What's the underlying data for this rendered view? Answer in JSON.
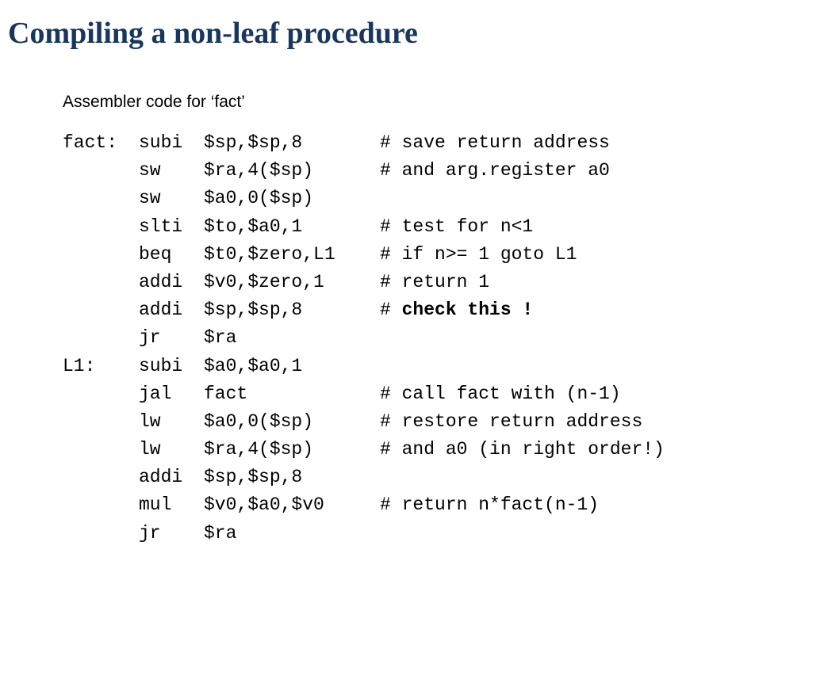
{
  "slide": {
    "title": "Compiling a non-leaf procedure",
    "subtitle": "Assembler code for ‘fact’"
  },
  "code": {
    "lines": [
      {
        "label": "fact:",
        "op": "subi",
        "args": "$sp,$sp,8",
        "comment": "# save return address",
        "comment_prefix": "",
        "comment_emph": ""
      },
      {
        "label": "",
        "op": "sw",
        "args": "$ra,4($sp)",
        "comment": "# and arg.register a0",
        "comment_prefix": "",
        "comment_emph": ""
      },
      {
        "label": "",
        "op": "sw",
        "args": "$a0,0($sp)",
        "comment": "",
        "comment_prefix": "",
        "comment_emph": ""
      },
      {
        "label": "",
        "op": "slti",
        "args": "$to,$a0,1",
        "comment": "# test for n<1",
        "comment_prefix": "",
        "comment_emph": ""
      },
      {
        "label": "",
        "op": "beq",
        "args": "$t0,$zero,L1",
        "comment": "# if n>= 1 goto L1",
        "comment_prefix": "",
        "comment_emph": ""
      },
      {
        "label": "",
        "op": "addi",
        "args": "$v0,$zero,1",
        "comment": "# return 1",
        "comment_prefix": "",
        "comment_emph": ""
      },
      {
        "label": "",
        "op": "addi",
        "args": "$sp,$sp,8",
        "comment": "",
        "comment_prefix": "# ",
        "comment_emph": "check this !"
      },
      {
        "label": "",
        "op": "jr",
        "args": "$ra",
        "comment": "",
        "comment_prefix": "",
        "comment_emph": ""
      },
      {
        "label": "L1:",
        "op": "subi",
        "args": "$a0,$a0,1",
        "comment": "",
        "comment_prefix": "",
        "comment_emph": ""
      },
      {
        "label": "",
        "op": "jal",
        "args": "fact",
        "comment": "# call fact with (n-1)",
        "comment_prefix": "",
        "comment_emph": ""
      },
      {
        "label": "",
        "op": "lw",
        "args": "$a0,0($sp)",
        "comment": "# restore return address",
        "comment_prefix": "",
        "comment_emph": ""
      },
      {
        "label": "",
        "op": "lw",
        "args": "$ra,4($sp)",
        "comment": "# and a0 (in right order!)",
        "comment_prefix": "",
        "comment_emph": ""
      },
      {
        "label": "",
        "op": "addi",
        "args": "$sp,$sp,8",
        "comment": "",
        "comment_prefix": "",
        "comment_emph": ""
      },
      {
        "label": "",
        "op": "mul",
        "args": "$v0,$a0,$v0",
        "comment": "# return n*fact(n-1)",
        "comment_prefix": "",
        "comment_emph": ""
      },
      {
        "label": "",
        "op": "jr",
        "args": "$ra",
        "comment": "",
        "comment_prefix": "",
        "comment_emph": ""
      }
    ]
  },
  "colors": {
    "title": "#17375e",
    "text": "#000000",
    "background": "#ffffff"
  }
}
